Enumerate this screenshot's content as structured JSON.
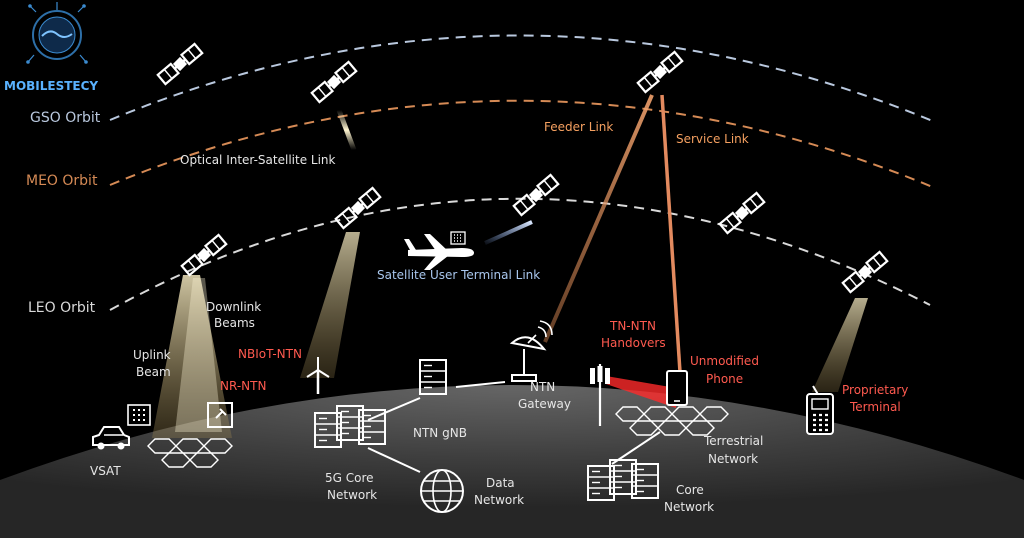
{
  "brand": {
    "logo_text": "MOBILESTECY"
  },
  "orbits": {
    "gso": "GSO Orbit",
    "meo": "MEO Orbit",
    "leo": "LEO Orbit"
  },
  "links": {
    "optical_isl": "Optical Inter-Satellite Link",
    "feeder": "Feeder Link",
    "service": "Service Link",
    "user_terminal": "Satellite User Terminal Link"
  },
  "beams": {
    "downlink_1": "Downlink",
    "downlink_2": "Beams",
    "uplink_1": "Uplink",
    "uplink_2": "Beam"
  },
  "ground": {
    "nbiot": "NBIoT-NTN",
    "nr_ntn": "NR-NTN",
    "vsat": "VSAT",
    "ntn_gnb": "NTN gNB",
    "core5g_1": "5G Core",
    "core5g_2": "Network",
    "data_1": "Data",
    "data_2": "Network",
    "gateway_1": "NTN",
    "gateway_2": "Gateway",
    "handover_1": "TN-NTN",
    "handover_2": "Handovers",
    "phone_1": "Unmodified",
    "phone_2": "Phone",
    "terrestrial_1": "Terrestrial",
    "terrestrial_2": "Network",
    "core_1": "Core",
    "core_2": "Network",
    "proprietary_1": "Proprietary",
    "proprietary_2": "Terminal"
  },
  "colors": {
    "gso_orbit": "#b9c8de",
    "meo_orbit": "#d58a55",
    "leo_orbit": "#d9d9d9",
    "red_label": "#ff5a4f",
    "orange_label": "#f5a060",
    "blue_label": "#a9c7ee"
  }
}
